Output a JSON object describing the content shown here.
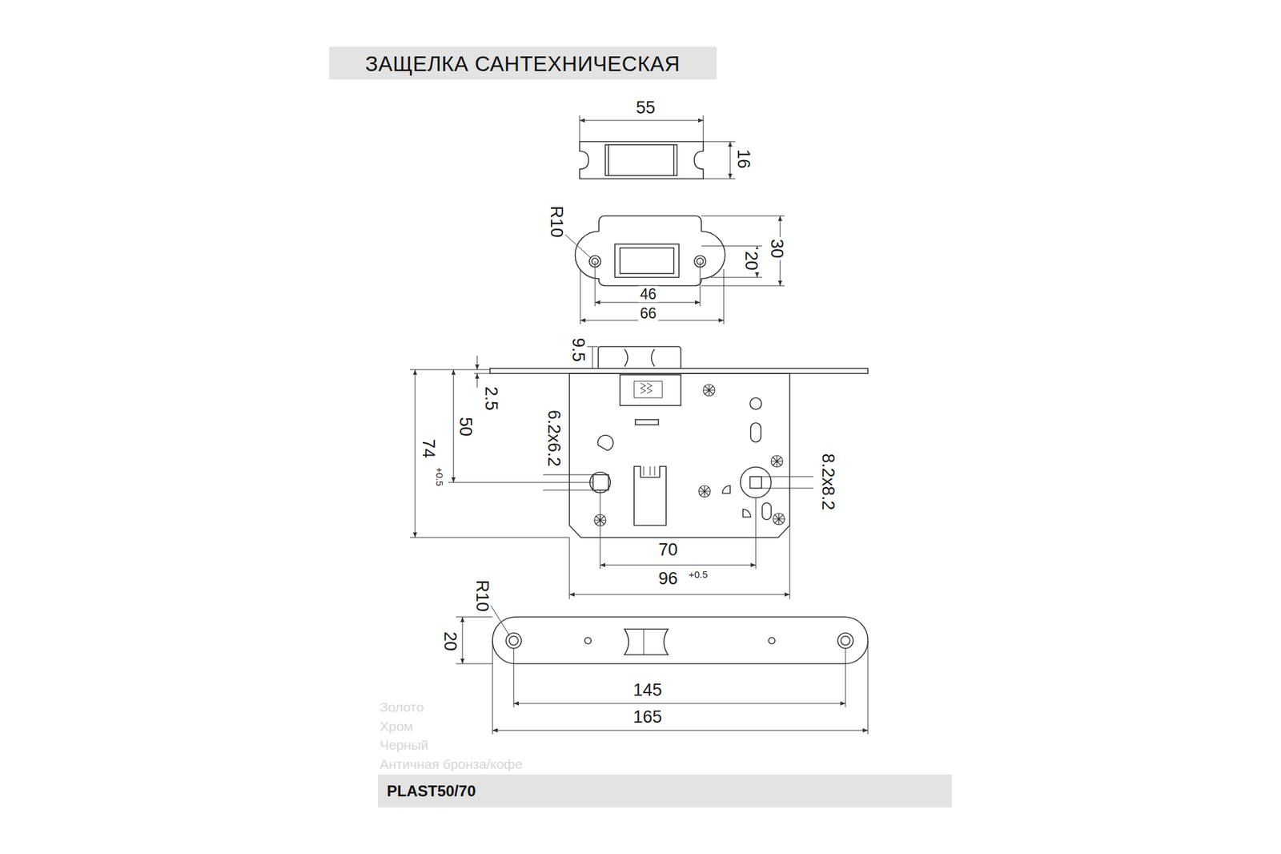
{
  "diagram": {
    "title": "ЗАЩЕЛКА САНТЕХНИЧЕСКАЯ",
    "caption": "PLAST50/70",
    "labels": [
      "55",
      "16",
      "R10",
      "30",
      "20",
      "46",
      "66",
      "9.5",
      "2.5",
      "50",
      "74",
      "+0.5",
      "6.2x6.2",
      "8.2x8.2",
      "70",
      "96",
      "+0.5",
      "R10",
      "20",
      "145",
      "165",
      "Золото",
      "Хром",
      "Черный",
      "Античная бронза/кофе"
    ]
  }
}
